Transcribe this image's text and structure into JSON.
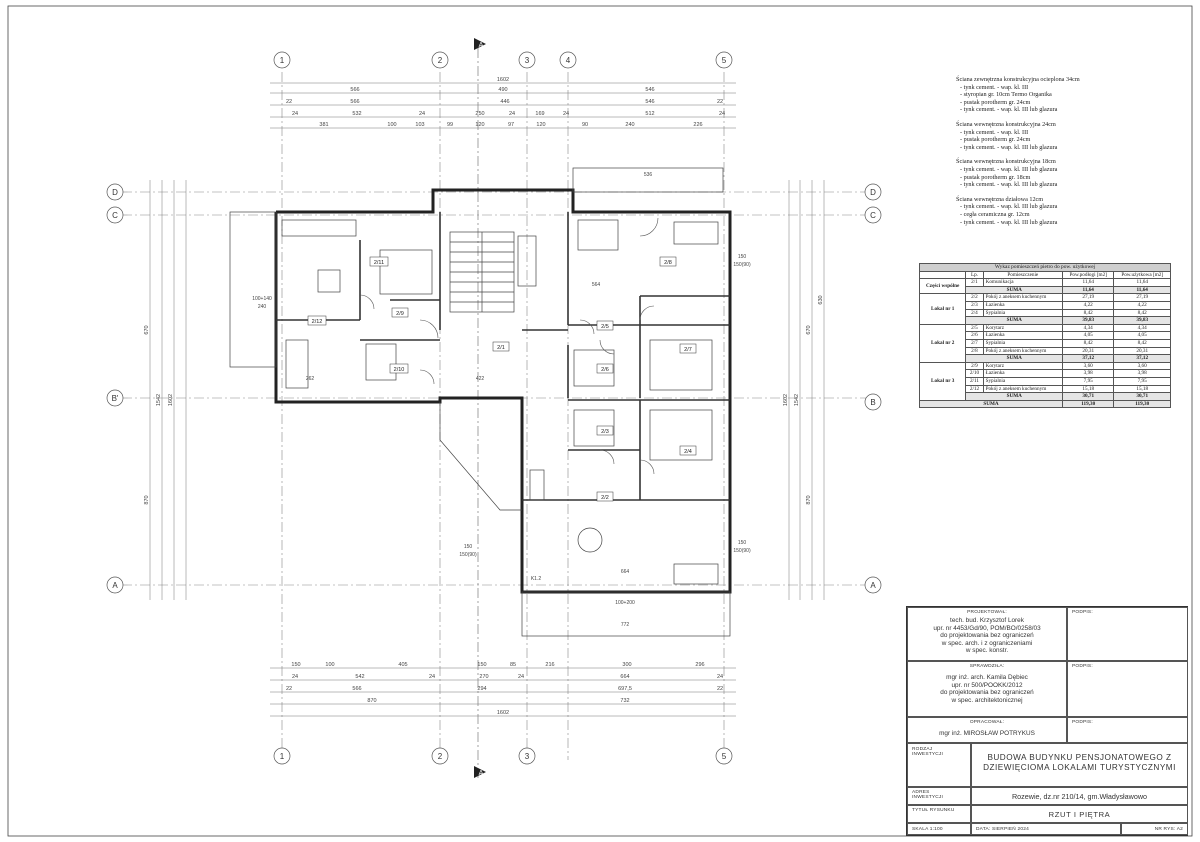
{
  "grid_axes": {
    "vertical": [
      "1",
      "2",
      "3",
      "4",
      "5"
    ],
    "horizontal": [
      "D",
      "C",
      "B'",
      "B",
      "A"
    ],
    "section_marker": "A"
  },
  "dims_top": {
    "r1": [
      "1602"
    ],
    "r2": [
      "566",
      "490",
      "546"
    ],
    "r3": [
      "22",
      "566",
      "446",
      "546",
      "22"
    ],
    "r4": [
      "24",
      "532",
      "24",
      "250",
      "24",
      "169",
      "24",
      "512",
      "24"
    ],
    "r5": [
      "381",
      "100",
      "103",
      "99",
      "120",
      "97",
      "120",
      "90",
      "240",
      "226"
    ]
  },
  "dims_bottom": {
    "r1": [
      "150",
      "100",
      "405",
      "150",
      "85",
      "216",
      "300",
      "296"
    ],
    "r2": [
      "24",
      "542",
      "24",
      "270",
      "24",
      "664",
      "24"
    ],
    "r3": [
      "22",
      "566",
      "294",
      "697,5",
      "22"
    ],
    "r4": [
      "870",
      "732"
    ],
    "r5": [
      "1602"
    ]
  },
  "dims_left": [
    "670",
    "870",
    "1542",
    "1602"
  ],
  "dims_right": [
    "630",
    "670",
    "870",
    "1542",
    "1602"
  ],
  "rooms": [
    {
      "id": "2/1",
      "label": "2/1"
    },
    {
      "id": "2/2",
      "label": "2/2"
    },
    {
      "id": "2/3",
      "label": "2/3"
    },
    {
      "id": "2/4",
      "label": "2/4"
    },
    {
      "id": "2/5",
      "label": "2/5"
    },
    {
      "id": "2/6",
      "label": "2/6"
    },
    {
      "id": "2/7",
      "label": "2/7"
    },
    {
      "id": "2/8",
      "label": "2/8"
    },
    {
      "id": "2/9",
      "label": "2/9"
    },
    {
      "id": "2/10",
      "label": "2/10"
    },
    {
      "id": "2/11",
      "label": "2/11"
    },
    {
      "id": "2/12",
      "label": "2/12"
    }
  ],
  "plan_annotations": [
    "100+140",
    "240",
    "150",
    "150(90)",
    "664",
    "772",
    "100+200",
    "536",
    "422",
    "262",
    "564",
    "K1.2"
  ],
  "notes": [
    {
      "heading": "Ściana zewnętrzna konstrukcyjna ocieplona 34cm",
      "lines": [
        "- tynk cement. - wap. kl. III",
        "- styropian gr. 10cm Termo Organika",
        "- pustak porotherm gr. 24cm",
        "- tynk cement. - wap. kl. III lub glazura"
      ]
    },
    {
      "heading": "Ściana wewnętrzna konstrukcyjna 24cm",
      "lines": [
        "- tynk cement. - wap. kl. III",
        "- pustak porotherm gr. 24cm",
        "- tynk cement. - wap. kl. III lub glazura"
      ]
    },
    {
      "heading": "Ściana wewnętrzna konstrukcyjna 18cm",
      "lines": [
        "- tynk cement. - wap. kl. III lub glazura",
        "- pustak porotherm gr. 18cm",
        "- tynk cement. - wap. kl. III lub glazura"
      ]
    },
    {
      "heading": "Ściana wewnętrzna działowa 12cm",
      "lines": [
        "- tynk cement. - wap. kl. III lub glazura",
        "- cegła ceramiczna gr. 12cm",
        "- tynk cement. - wap. kl. III lub glazura"
      ]
    }
  ],
  "area_table": {
    "caption": "Wykaz pomieszczeń pietro do pow. użytkowej",
    "headers": [
      "",
      "Lp.",
      "Pomieszczenie",
      "Pow.podłogi [m2]",
      "Pow.użytkowa [m2]"
    ],
    "groups": [
      {
        "name": "Części wspólne",
        "rows": [
          [
            "2/1",
            "Komunikacja",
            "11,64",
            "11,64"
          ]
        ],
        "sum": [
          "SUMA",
          "11,64",
          "11,64"
        ]
      },
      {
        "name": "Lokal nr 1",
        "rows": [
          [
            "2/2",
            "Pokój z aneksem kuchennym",
            "27,19",
            "27,19"
          ],
          [
            "2/3",
            "Łazienka",
            "4,22",
            "4,22"
          ],
          [
            "2/4",
            "Sypialnia",
            "8,42",
            "8,42"
          ]
        ],
        "sum": [
          "SUMA",
          "39,83",
          "39,83"
        ]
      },
      {
        "name": "Lokal nr 2",
        "rows": [
          [
            "2/5",
            "Korytarz",
            "4,34",
            "4,34"
          ],
          [
            "2/6",
            "Łazienka",
            "4,05",
            "4,05"
          ],
          [
            "2/7",
            "Sypialnia",
            "8,42",
            "8,42"
          ],
          [
            "2/8",
            "Pokój z aneksem kuchennym",
            "20,31",
            "20,31"
          ]
        ],
        "sum": [
          "SUMA",
          "37,12",
          "37,12"
        ]
      },
      {
        "name": "Lokal nr 3",
        "rows": [
          [
            "2/9",
            "Korytarz",
            "3,60",
            "3,60"
          ],
          [
            "2/10",
            "Łazienka",
            "3,98",
            "3,98"
          ],
          [
            "2/11",
            "Sypialnia",
            "7,95",
            "7,95"
          ],
          [
            "2/12",
            "Pokój z aneksem kuchennym",
            "15,18",
            "15,18"
          ]
        ],
        "sum": [
          "SUMA",
          "30,71",
          "30,71"
        ]
      }
    ],
    "total": [
      "SUMA",
      "119,30",
      "119,30"
    ]
  },
  "title_block": {
    "projektowal_label": "PROJEKTOWAŁ:",
    "projektowal": [
      "tech. bud. Krzysztof Lorek",
      "upr. nr 4453/Gd/90, POM/BO/0258/03",
      "do projektowania bez ograniczeń",
      "w spec. arch. i z ograniczeniami",
      "w spec. konstr."
    ],
    "sprawdzila_label": "SPRAWDZIŁA:",
    "sprawdzila": [
      "mgr inż. arch. Kamila Dębiec",
      "upr. nr 500/POOKK/2012",
      "do projektowania bez ograniczeń",
      "w spec. architektonicznej"
    ],
    "opracowal_label": "OPRACOWAŁ:",
    "opracowal": "mgr inż. MIROSŁAW POTRYKUS",
    "podpis_label": "PODPIS:",
    "rodzaj_label": "RODZAJ INWESTYCJI",
    "rodzaj": [
      "BUDOWA BUDYNKU PENSJONATOWEGO Z",
      "DZIEWIĘCIOMA LOKALAMI TURYSTYCZNYMI"
    ],
    "adres_label": "ADRES INWESTYCJI",
    "adres": "Rozewie, dz.nr 210/14, gm.Władysławowo",
    "tytul_label": "TYTUŁ RYSUNKU",
    "tytul": "RZUT I PIĘTRA",
    "skala": "SKALA 1:100",
    "data": "DATA: SIERPIEŃ 2024",
    "nr": "NR RYS: A2"
  }
}
